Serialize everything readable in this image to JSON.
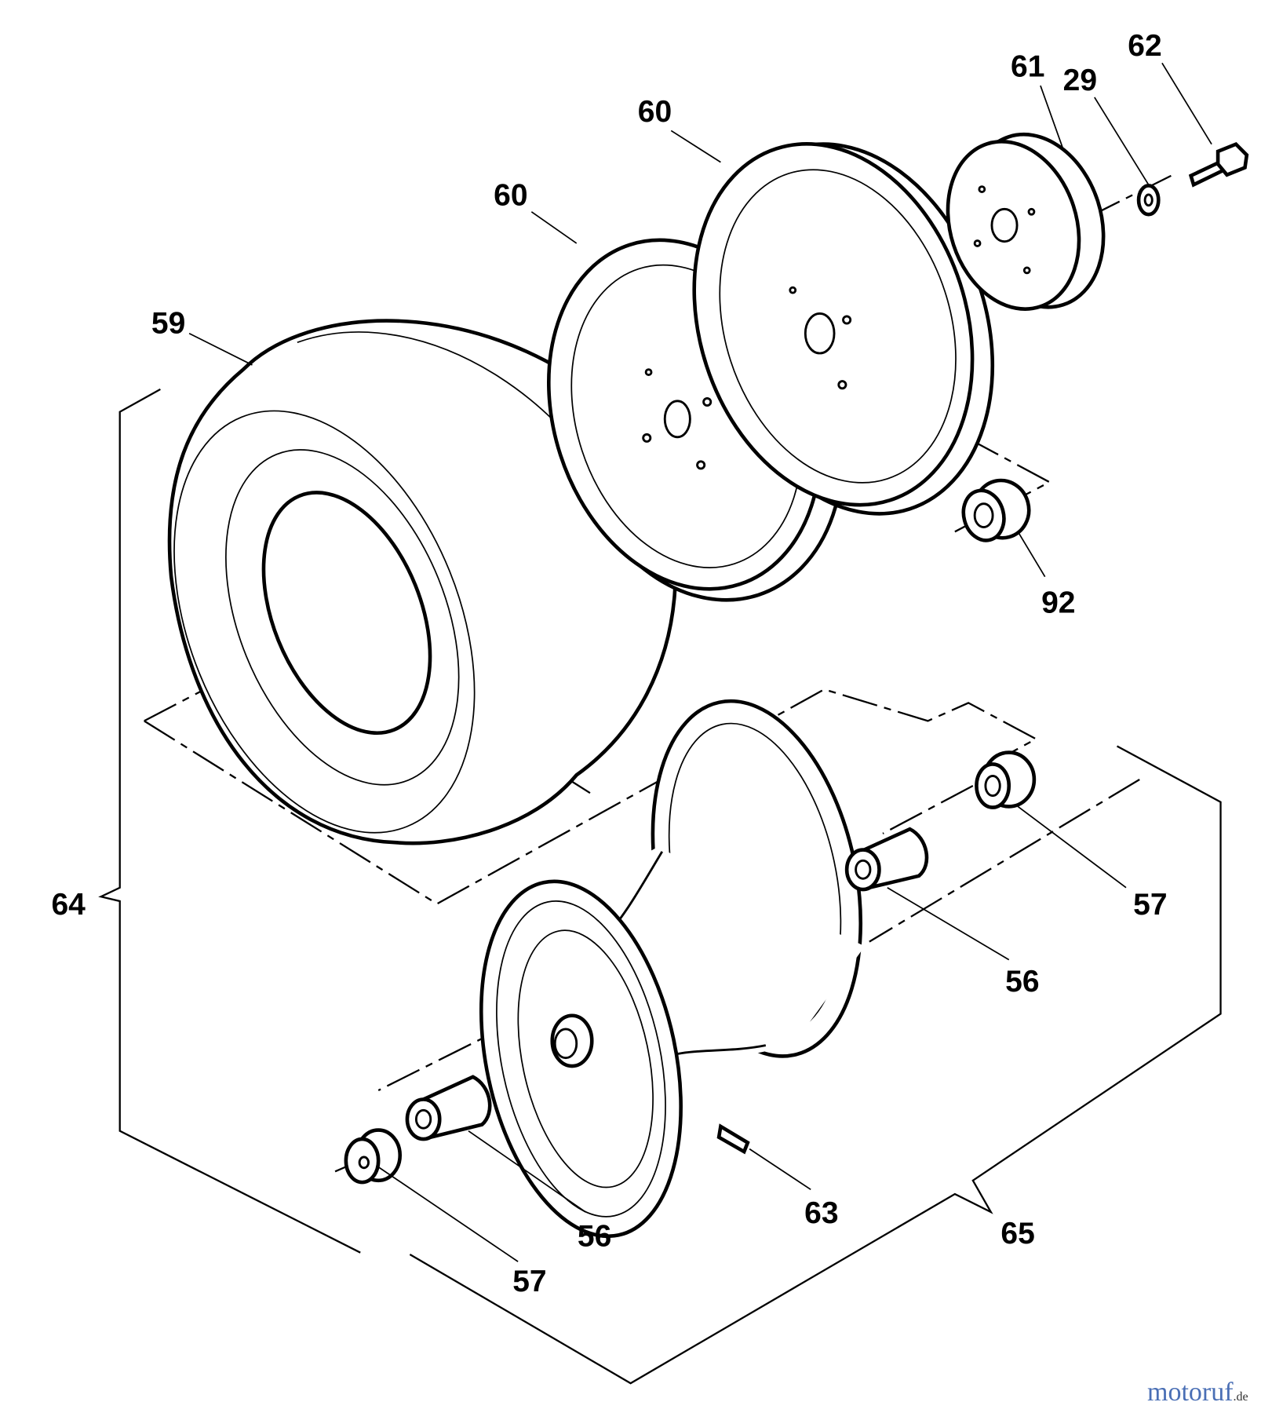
{
  "diagram": {
    "callouts": {
      "bolt": "62",
      "hub_cap": "61",
      "washer": "29",
      "wheel_half_rear": "60",
      "wheel_half_front": "60",
      "tire": "59",
      "bearing_upper": "92",
      "tire_assembly": "64",
      "bushing_right": "57",
      "bearing_right": "56",
      "valve_stem": "63",
      "bearing_left": "56",
      "wheel_assembly": "65",
      "bushing_left": "57"
    }
  },
  "watermark": {
    "brand": "motoruf",
    "suffix": ".de"
  }
}
